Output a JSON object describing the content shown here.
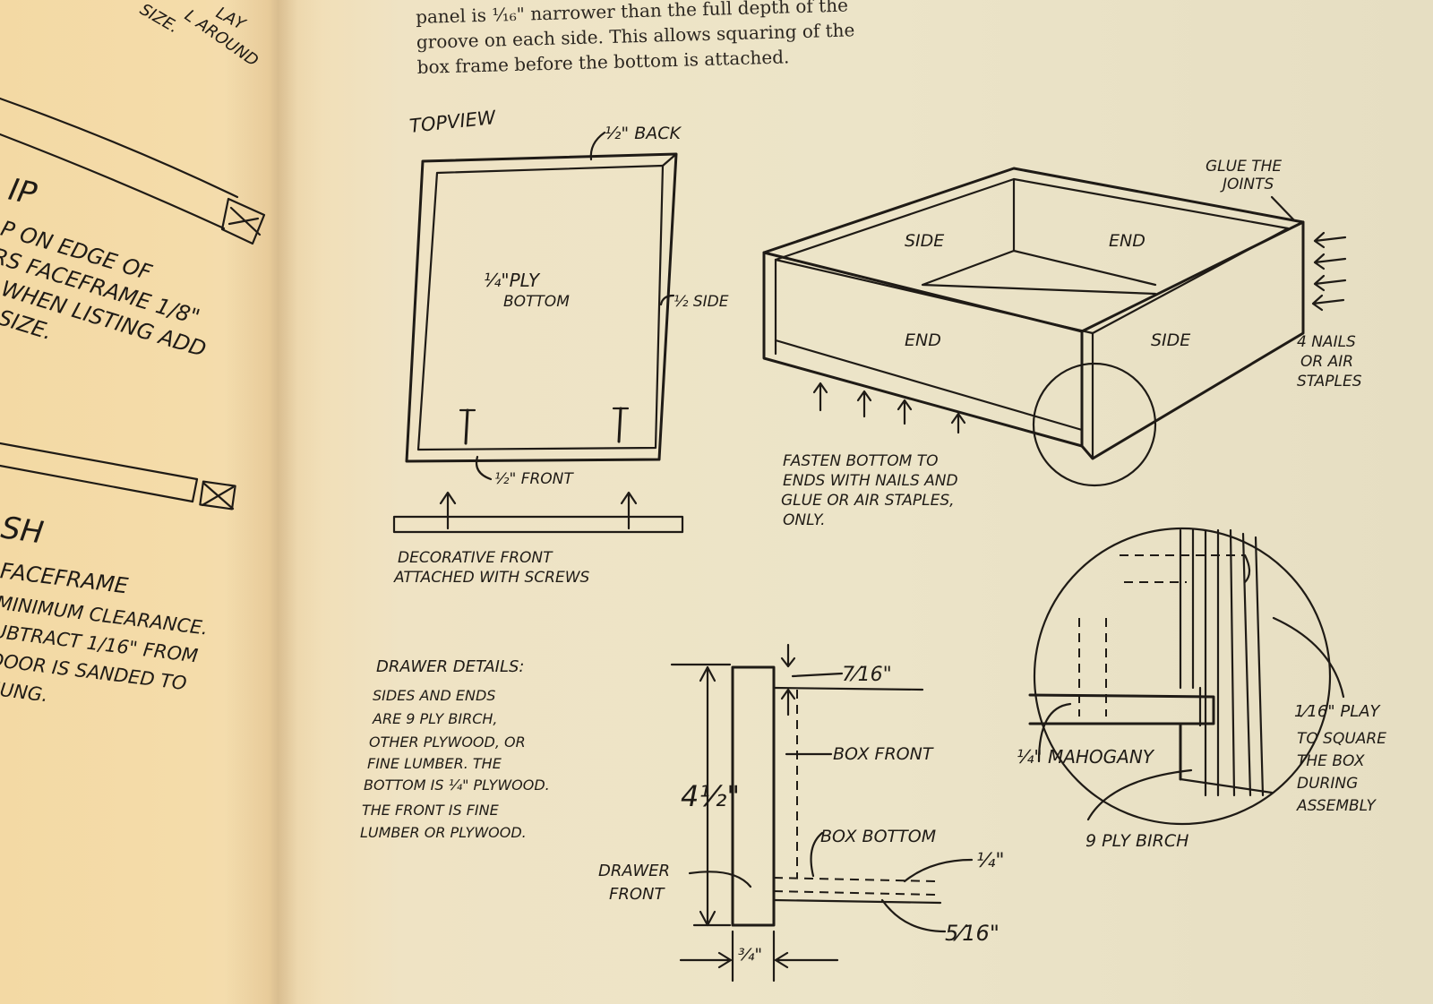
{
  "prose": {
    "lines": [
      "panel is ¹⁄₁₆\" narrower than the full depth of the",
      "groove on each side. This allows squaring of the",
      "box frame before the bottom is attached."
    ]
  },
  "left_page": {
    "top_fragments": [
      "LAY",
      "L AROUND",
      "SIZE."
    ],
    "heading_1": "IP",
    "block_1": [
      "P ON EDGE OF",
      "RS FACEFRAME 1/8\"",
      "WHEN LISTING ADD",
      "G SIZE."
    ],
    "heading_2": "SH",
    "block_2": [
      "FACEFRAME",
      "MINIMUM CLEARANCE.",
      "UBTRACT 1/16\" FROM",
      "DOOR IS SANDED TO",
      "HUNG."
    ]
  },
  "top_view": {
    "title": "TOPVIEW",
    "back_label": "½\" BACK",
    "side_label": "½ SIDE",
    "bottom_label_1": "¼\"PLY",
    "bottom_label_2": "BOTTOM",
    "front_label": "½\" FRONT",
    "caption_1": "DECORATIVE FRONT",
    "caption_2": "ATTACHED WITH SCREWS"
  },
  "box_view": {
    "side_back": "SIDE",
    "end_back": "END",
    "end_front": "END",
    "side_front": "SIDE",
    "glue_1": "GLUE THE",
    "glue_2": "JOINTS",
    "nails_1": "4 NAILS",
    "nails_2": "OR AIR",
    "nails_3": "STAPLES",
    "fasten_1": "FASTEN BOTTOM TO",
    "fasten_2": "ENDS WITH NAILS AND",
    "fasten_3": "GLUE OR AIR STAPLES,",
    "fasten_4": "ONLY."
  },
  "drawer_details": {
    "heading": "DRAWER DETAILS:",
    "lines": [
      "SIDES AND ENDS",
      "ARE 9 PLY BIRCH,",
      "OTHER PLYWOOD, OR",
      "FINE LUMBER. THE",
      "BOTTOM IS ¼\" PLYWOOD.",
      "THE FRONT IS FINE",
      "LUMBER OR PLYWOOD."
    ]
  },
  "section_view": {
    "dim_top": "7⁄16\"",
    "dim_height": "4½\"",
    "box_front": "BOX FRONT",
    "box_bottom": "BOX BOTTOM",
    "dim_quarter": "¼\"",
    "dim_five16": "5⁄16\"",
    "drawer_front_1": "DRAWER",
    "drawer_front_2": "FRONT",
    "dim_width": "¾\""
  },
  "detail_view": {
    "mahogany": "¼\" MAHOGANY",
    "play_1": "1⁄16\" PLAY",
    "play_2": "TO SQUARE",
    "play_3": "THE BOX",
    "play_4": "DURING",
    "play_5": "ASSEMBLY",
    "birch": "9 PLY BIRCH"
  }
}
